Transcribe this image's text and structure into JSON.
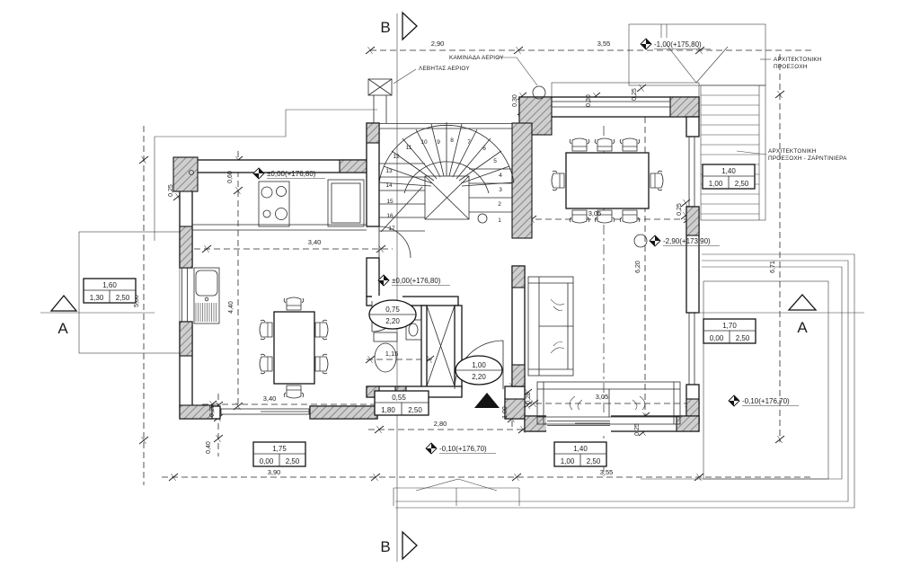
{
  "drawing_type": "architectural ground floor plan",
  "colors": {
    "line": "#1c1c1c",
    "hatch_fill": "#cfcfcf",
    "hatch_line": "#707070",
    "background": "#ffffff"
  },
  "sections": {
    "top": "B",
    "bottom": "B",
    "left": "A",
    "right": "A"
  },
  "labels": {
    "chimney": "ΚΑΜΙΝΑΔΑ ΑΕΡΙΟΥ",
    "boiler": "ΛΕΒΗΤΑΣ ΑΕΡΙΟΥ",
    "projection1": "ΑΡΧΙΤΕΚΤΟΝΙΚΗ",
    "projection2": "ΠΡΟΕΞΟΧΗ",
    "planter1": "ΑΡΧΙΤΕΚΤΟΝΙΚΗ",
    "planter2": "ΠΡΟΕΞΟΧΗ - ΖΑΡΝΤΙΝΙΕΡΑ"
  },
  "levels": [
    "±0,00(+176,80)",
    "±0,00(+176,80)",
    "-1,00(+175,80)",
    "-2,90(+173,90)",
    "-0,10(+176,70)",
    "-0,10(+176,70)"
  ],
  "dims": [
    "2,90",
    "3,55",
    "0,30",
    "0,30",
    "0,25",
    "0,60",
    "0,25",
    "3,40",
    "4,40",
    "5,60",
    "1,15",
    "3,05",
    "0,25",
    "6,20",
    "6,71",
    "3,40",
    "0,25",
    "0,40",
    "2,80",
    "1,00",
    "0,25",
    "3,05",
    "0,25",
    "3,90",
    "3,55"
  ],
  "schedules": [
    {
      "w": "1,60",
      "s": "1,30",
      "h": "2,50"
    },
    {
      "w": "1,40",
      "s": "1,00",
      "h": "2,50"
    },
    {
      "w": "1,70",
      "s": "0,00",
      "h": "2,50"
    },
    {
      "w": "0,55",
      "s": "1,80",
      "h": "2,50"
    },
    {
      "w": "1,75",
      "s": "0,00",
      "h": "2,50"
    },
    {
      "w": "1,40",
      "s": "1,00",
      "h": "2,50"
    }
  ],
  "door_tags": [
    {
      "t": "0,75",
      "b": "2,20"
    },
    {
      "t": "1,00",
      "b": "2,20"
    }
  ],
  "stair_numbers": [
    "1",
    "2",
    "3",
    "4",
    "5",
    "6",
    "7",
    "8",
    "9",
    "10",
    "11",
    "12",
    "13",
    "14",
    "15",
    "16",
    "17"
  ]
}
